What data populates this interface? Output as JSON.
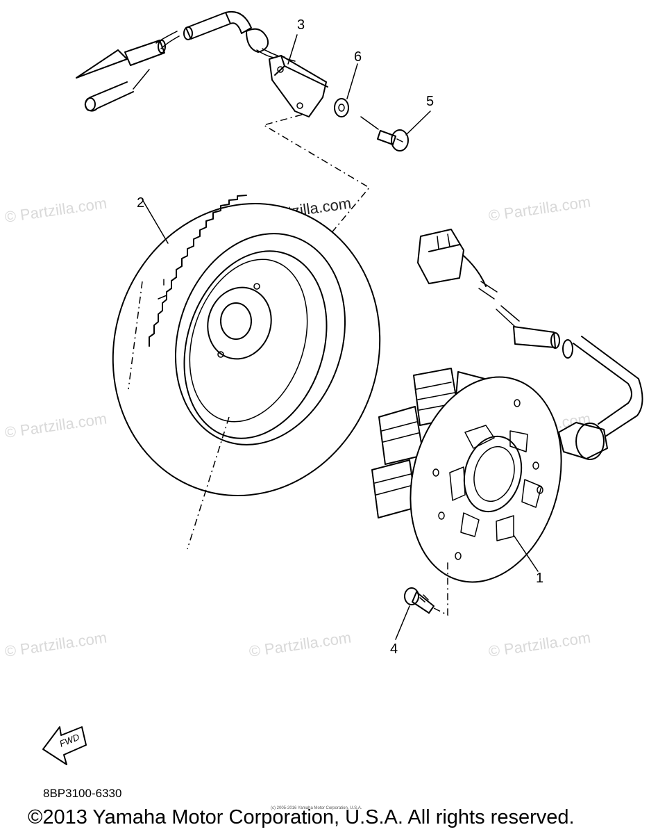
{
  "callouts": [
    "1",
    "2",
    "3",
    "4",
    "5",
    "6"
  ],
  "watermark": "© Partzilla.com",
  "fwd_label": "FWD",
  "part_code": "8BP3100-6330",
  "small_copyright": "(c) 2005-2016 Yamaha Motor Corporation, U.S.A.",
  "copyright": "©2013 Yamaha Motor Corporation, U.S.A. All rights reserved."
}
